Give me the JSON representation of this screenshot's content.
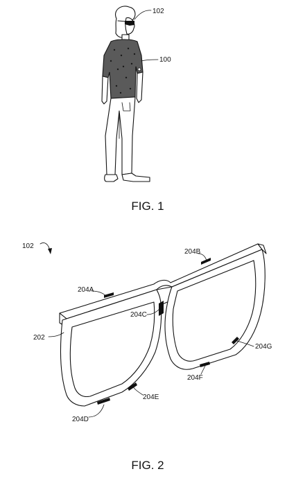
{
  "figure1": {
    "caption": "FIG. 1",
    "labels": {
      "glasses": "102",
      "person": "100"
    }
  },
  "figure2": {
    "caption": "FIG. 2",
    "labels": {
      "overall": "102",
      "frame": "202",
      "sensor_a": "204A",
      "sensor_b": "204B",
      "sensor_c": "204C",
      "sensor_d": "204D",
      "sensor_e": "204E",
      "sensor_f": "204F",
      "sensor_g": "204G"
    }
  }
}
